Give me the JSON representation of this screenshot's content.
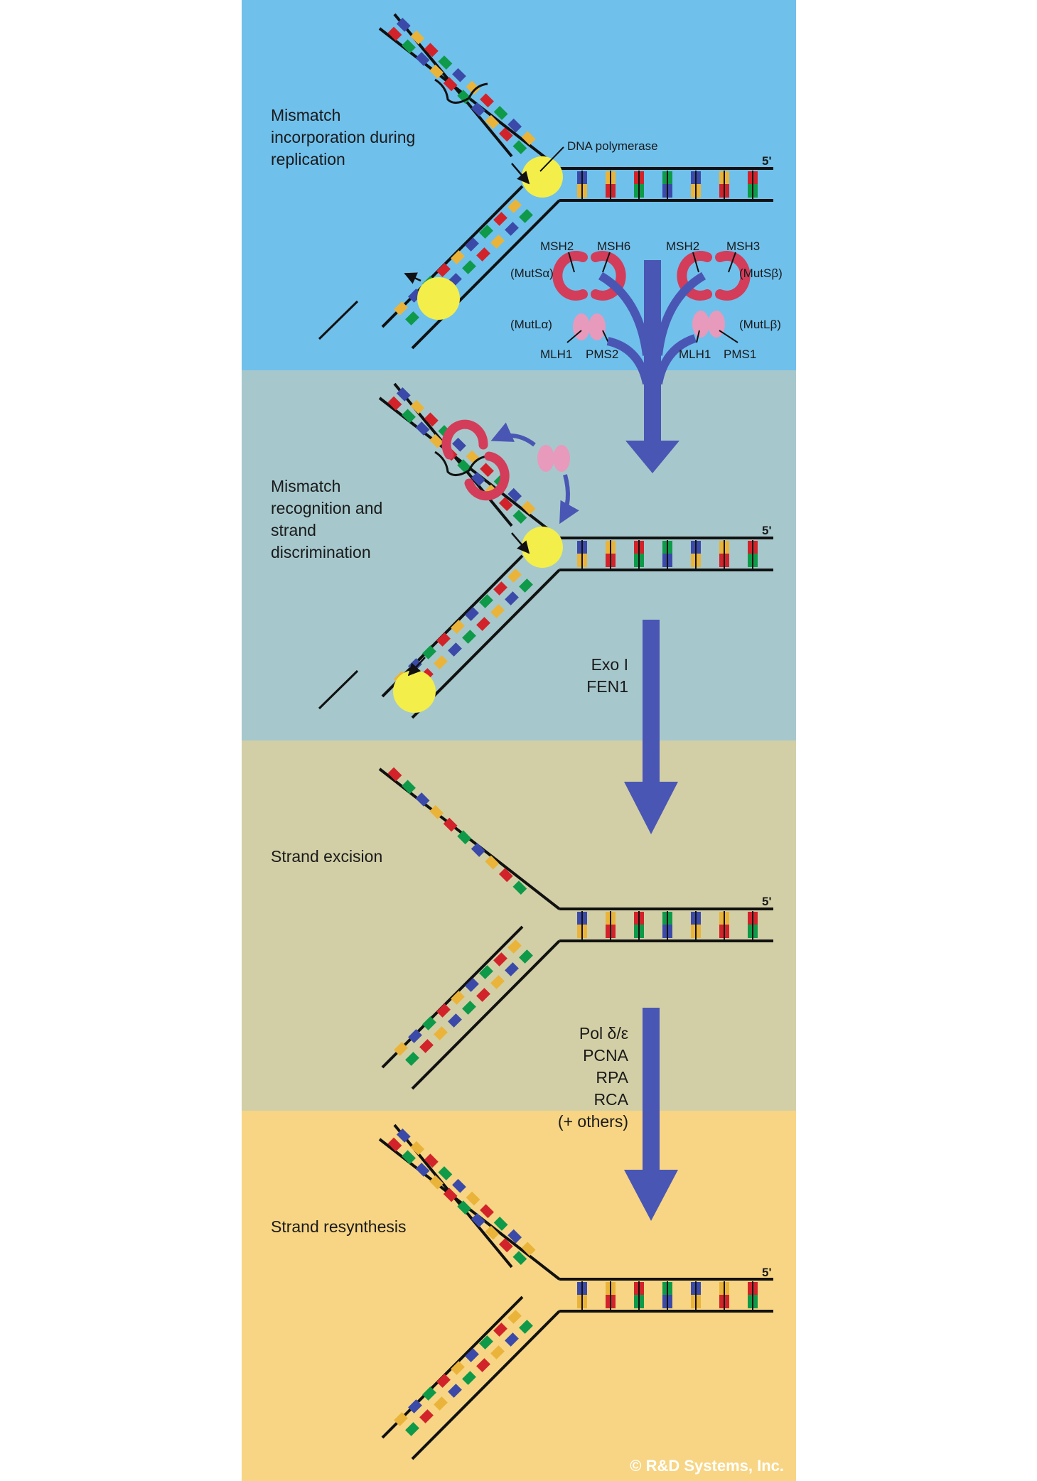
{
  "stages": [
    {
      "id": "replication",
      "label_lines": [
        "Mismatch",
        "incorporation during",
        "replication"
      ],
      "bg": "#70c0ec"
    },
    {
      "id": "recognition",
      "label_lines": [
        "Mismatch",
        "recognition and",
        "strand",
        "discrimination"
      ],
      "bg": "#a6c8cc"
    },
    {
      "id": "excision",
      "label_lines": [
        "Strand excision"
      ],
      "bg": "#d2cfa6"
    },
    {
      "id": "resynthesis",
      "label_lines": [
        "Strand resynthesis"
      ],
      "bg": "#f7d584"
    }
  ],
  "labels": {
    "polymerase": "DNA polymerase",
    "five_prime": "5'",
    "msh2_a": "MSH2",
    "msh6": "MSH6",
    "msh2_b": "MSH2",
    "msh3": "MSH3",
    "mutsa": "(MutSα)",
    "mutsb": "(MutSβ)",
    "mutla": "(MutLα)",
    "mutlb": "(MutLβ)",
    "mlh1_a": "MLH1",
    "pms2": "PMS2",
    "mlh1_b": "MLH1",
    "pms1": "PMS1"
  },
  "arrows": {
    "step2_lines": [
      "Exo I",
      "FEN1"
    ],
    "step3_lines": [
      "Pol δ/ε",
      "PCNA",
      "RPA",
      "RCA",
      "(+ others)"
    ]
  },
  "copyright": "© R&D Systems, Inc.",
  "colors": {
    "base_red": "#d2232a",
    "base_green": "#0e9a48",
    "base_blue": "#3b4aa8",
    "base_yellow": "#eab43a",
    "polymerase": "#f3ee4a",
    "muts": "#d33d5a",
    "mutl": "#e79abb",
    "arrow": "#4a56b4"
  }
}
